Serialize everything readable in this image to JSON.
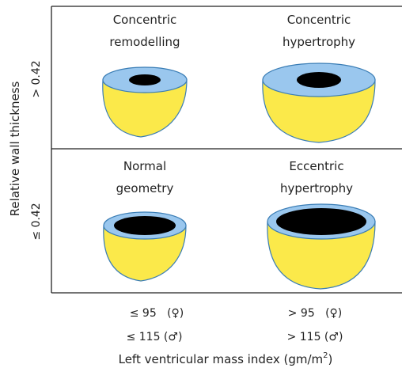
{
  "y_axis": {
    "title": "Relative wall thickness",
    "top_range": "> 0.42",
    "bottom_range": "≤ 0.42"
  },
  "x_axis": {
    "title_main": "Left ventricular mass index (gm/m",
    "title_sup": "2",
    "title_end": ")",
    "left_female": "≤ 95   (♀)",
    "left_male": "≤ 115 (♂)",
    "right_female": "> 95   (♀)",
    "right_male": "> 115 (♂)"
  },
  "quadrants": {
    "top_left": {
      "line1": "Concentric",
      "line2": "remodelling"
    },
    "top_right": {
      "line1": "Concentric",
      "line2": "hypertrophy"
    },
    "bottom_left": {
      "line1": "Normal",
      "line2": "geometry"
    },
    "bottom_right": {
      "line1": "Eccentric",
      "line2": "hypertrophy"
    }
  },
  "colors": {
    "wall_fill": "#fbe94a",
    "rim_fill": "#9ac7ee",
    "cavity_fill": "#000000",
    "outline": "#3a7db5"
  }
}
